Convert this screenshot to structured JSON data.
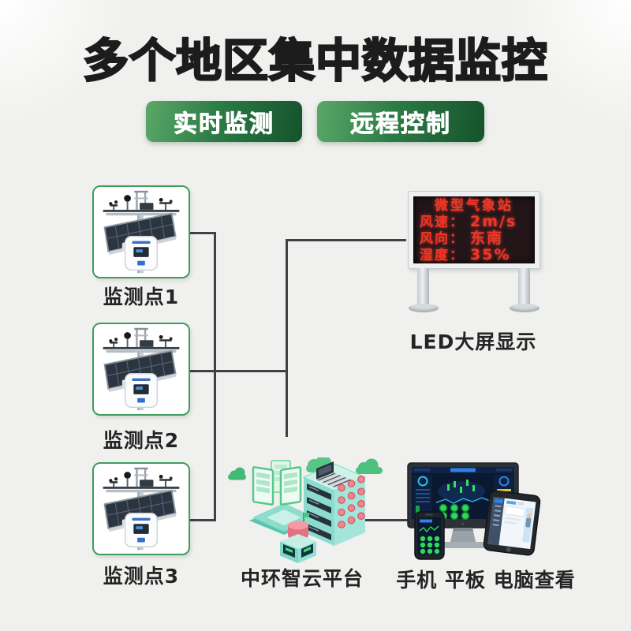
{
  "title": "多个地区集中数据监控",
  "tags": [
    {
      "label": "实时监测"
    },
    {
      "label": "远程控制"
    }
  ],
  "stations": [
    {
      "label": "监测点1"
    },
    {
      "label": "监测点2"
    },
    {
      "label": "监测点3"
    }
  ],
  "led": {
    "title_line": "微型气象站",
    "rows": [
      {
        "label": "风速：",
        "value": "2m/s"
      },
      {
        "label": "风向：",
        "value": "东南"
      },
      {
        "label": "湿度：",
        "value": "35%"
      }
    ],
    "caption": "LED大屏显示"
  },
  "platform": {
    "caption": "中环智云平台"
  },
  "devices": {
    "caption": "手机 平板 电脑查看"
  },
  "colors": {
    "background": "#f0f0ee",
    "tag_gradient_start": "#5aa868",
    "tag_gradient_end": "#16532c",
    "card_border": "#3f9e5f",
    "led_text": "#f23528",
    "connector_line": "#3d4245",
    "platform_teal": "#8bdccf",
    "cloud_green": "#4ec07e",
    "device_screen_navy": "#0a1830",
    "device_dot_green": "#2edb58"
  }
}
